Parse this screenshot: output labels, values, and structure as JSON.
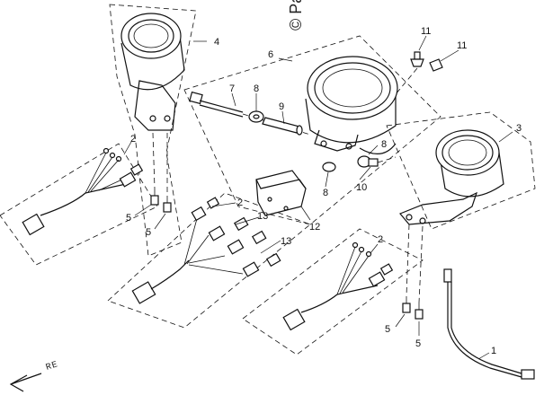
{
  "watermark": "© Partz",
  "direction_label": "RE",
  "callouts": {
    "c1": "1",
    "c2a": "2",
    "c2b": "2",
    "c2c": "2",
    "c3": "3",
    "c4": "4",
    "c5a": "5",
    "c5b": "5",
    "c5c": "5",
    "c5d": "5",
    "c6": "6",
    "c7": "7",
    "c8a": "8",
    "c8b": "8",
    "c8c": "8",
    "c9": "9",
    "c10": "10",
    "c11a": "11",
    "c11b": "11",
    "c12": "12",
    "c13a": "13",
    "c13b": "13"
  },
  "colors": {
    "ink": "#111111",
    "paper": "#ffffff"
  }
}
